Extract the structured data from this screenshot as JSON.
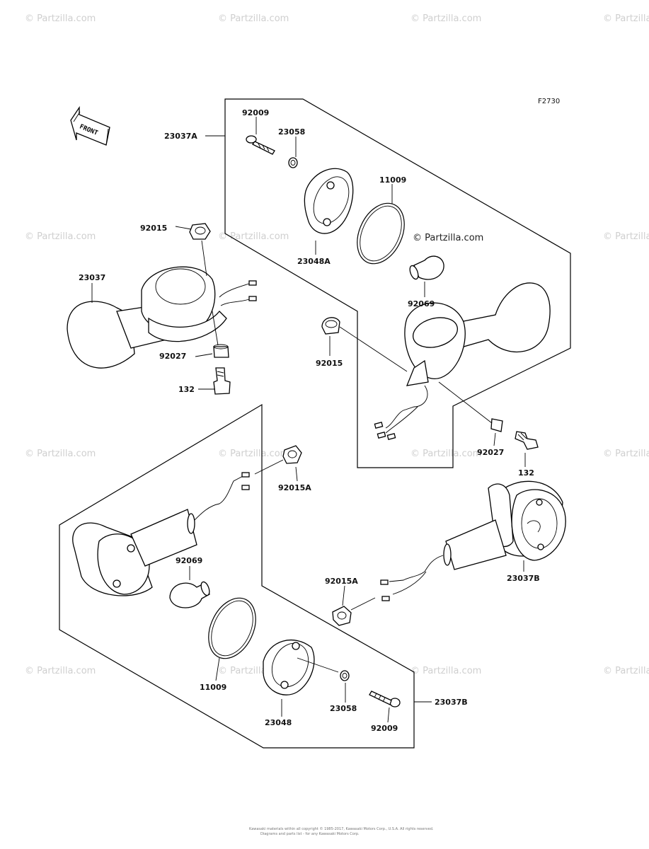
{
  "diagram_code": "F2730",
  "front_label": "FRONT",
  "watermark": "© Partzilla.com",
  "watermark_center": "© Partzilla.com",
  "footer": {
    "line1": "Kawasaki materials within all copyright © 1985-2017, Kawasaki Motors Corp., U.S.A. All rights reserved.",
    "line2": "Diagrams and parts list - for any Kawasaki Motors Corp."
  },
  "labels": {
    "p92009_top": "92009",
    "p23058_top": "23058",
    "p23037A": "23037A",
    "p11009_top": "11009",
    "p92015_left": "92015",
    "p23048A": "23048A",
    "p23037": "23037",
    "p92069_top": "92069",
    "p92015_mid": "92015",
    "p92027_left": "92027",
    "p132_left": "132",
    "p92027_right": "92027",
    "p132_right": "132",
    "p92015A_top": "92015A",
    "p23037B_right": "23037B",
    "p92069_bottom": "92069",
    "p92015A_bottom": "92015A",
    "p11009_bottom": "11009",
    "p23048": "23048",
    "p23058_bottom": "23058",
    "p23037B_bottom": "23037B",
    "p92009_bottom": "92009"
  }
}
